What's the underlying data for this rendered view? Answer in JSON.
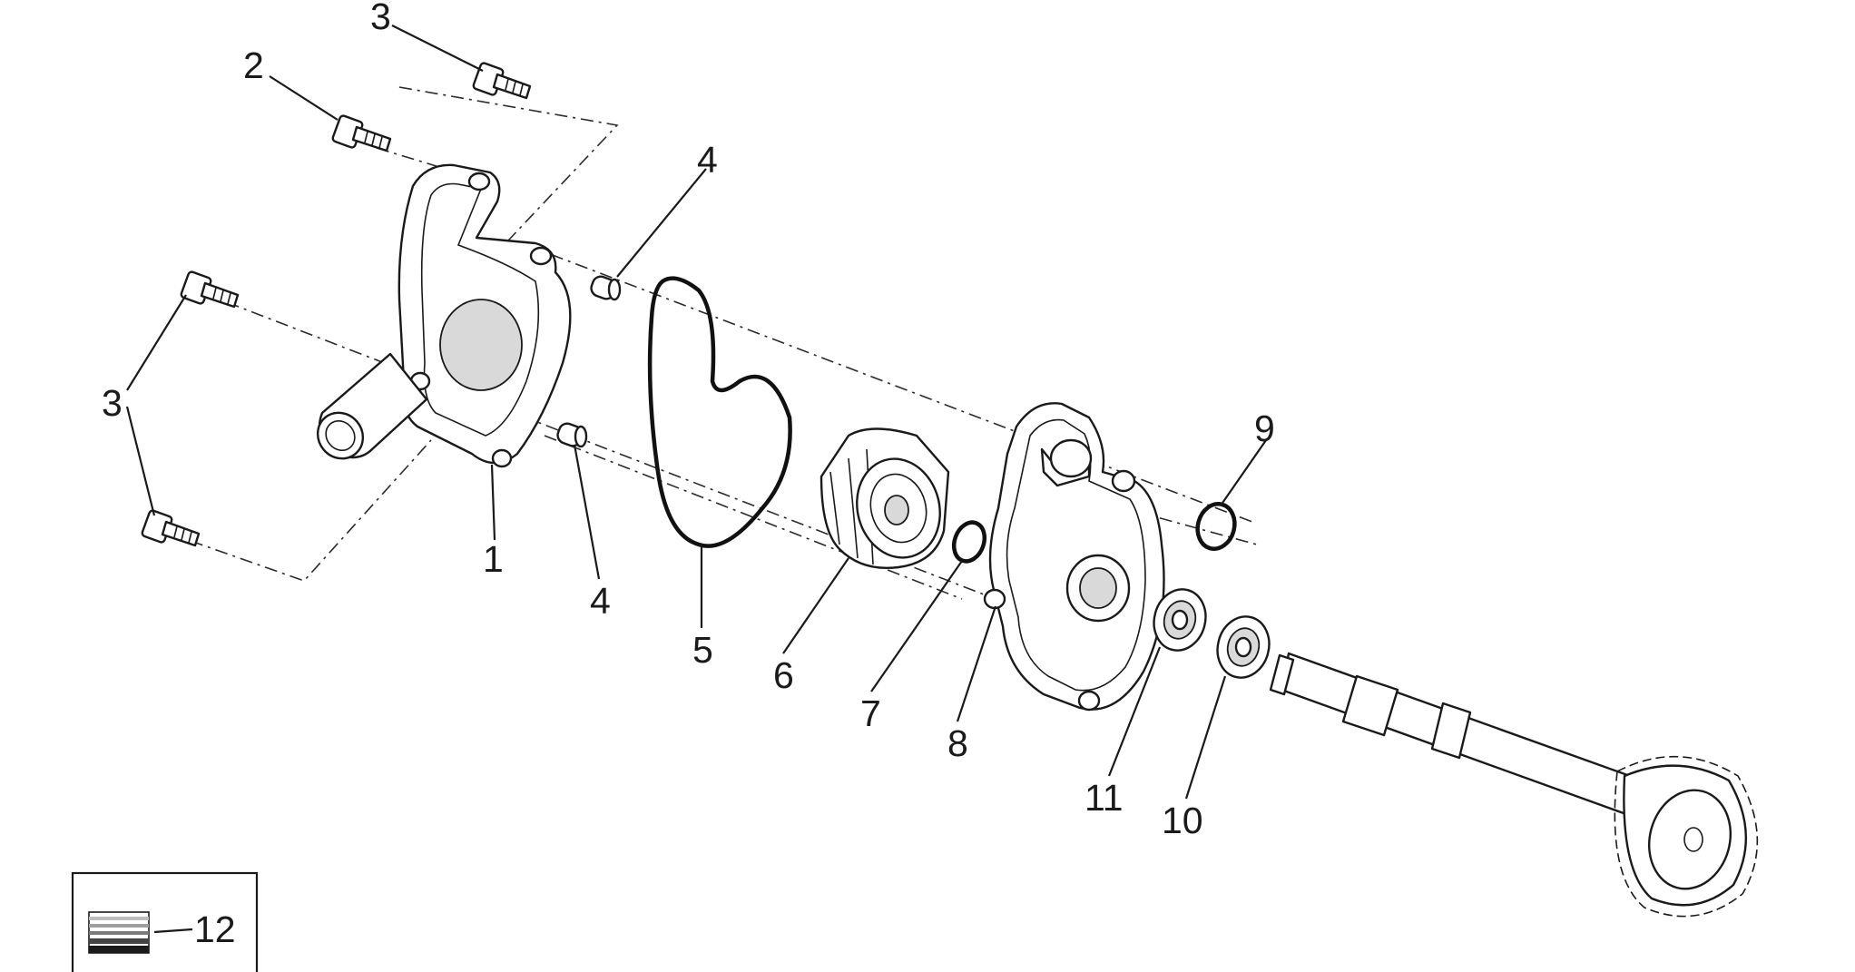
{
  "callouts": {
    "c1": "1",
    "c2": "2",
    "c3_top": "3",
    "c3_left": "3",
    "c4_top": "4",
    "c4_bottom": "4",
    "c5": "5",
    "c6": "6",
    "c7": "7",
    "c8": "8",
    "c9": "9",
    "c10": "10",
    "c11": "11",
    "c12": "12"
  }
}
